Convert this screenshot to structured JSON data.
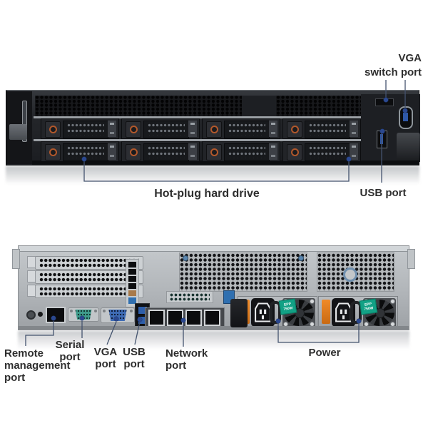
{
  "palette": {
    "leader_line": "#44536e",
    "marker_dot": "#2b4890",
    "label_text": "#2e2e2e",
    "front_chassis": "#24262a",
    "rear_chassis": "#b1b5b9",
    "accent_orange": "#e5801f",
    "serial_teal": "#3e9b8b",
    "vga_blue": "#3f6cb5",
    "usb_blue": "#2e5ea9",
    "psu_badge_green": "#12a185"
  },
  "front_view": {
    "drive_bay_rows": 2,
    "drive_bay_columns": 4,
    "labels": {
      "vga_line1": "VGA",
      "vga_line2": "switch port",
      "hot_plug": "Hot-plug hard drive",
      "usb": "USB port"
    }
  },
  "rear_view": {
    "pcie_slot_count": 3,
    "network_port_count": 4,
    "psu_count": 2,
    "psu_badge_line1": "EPP",
    "psu_badge_line2": "750W",
    "labels": {
      "remote_line1": "Remote",
      "remote_line2": "management",
      "remote_line3": "port",
      "serial_line1": "Serial",
      "serial_line2": "port",
      "vga_line1": "VGA",
      "vga_line2": "port",
      "usb_line1": "USB",
      "usb_line2": "port",
      "network_line1": "Network",
      "network_line2": "port",
      "power": "Power"
    }
  }
}
